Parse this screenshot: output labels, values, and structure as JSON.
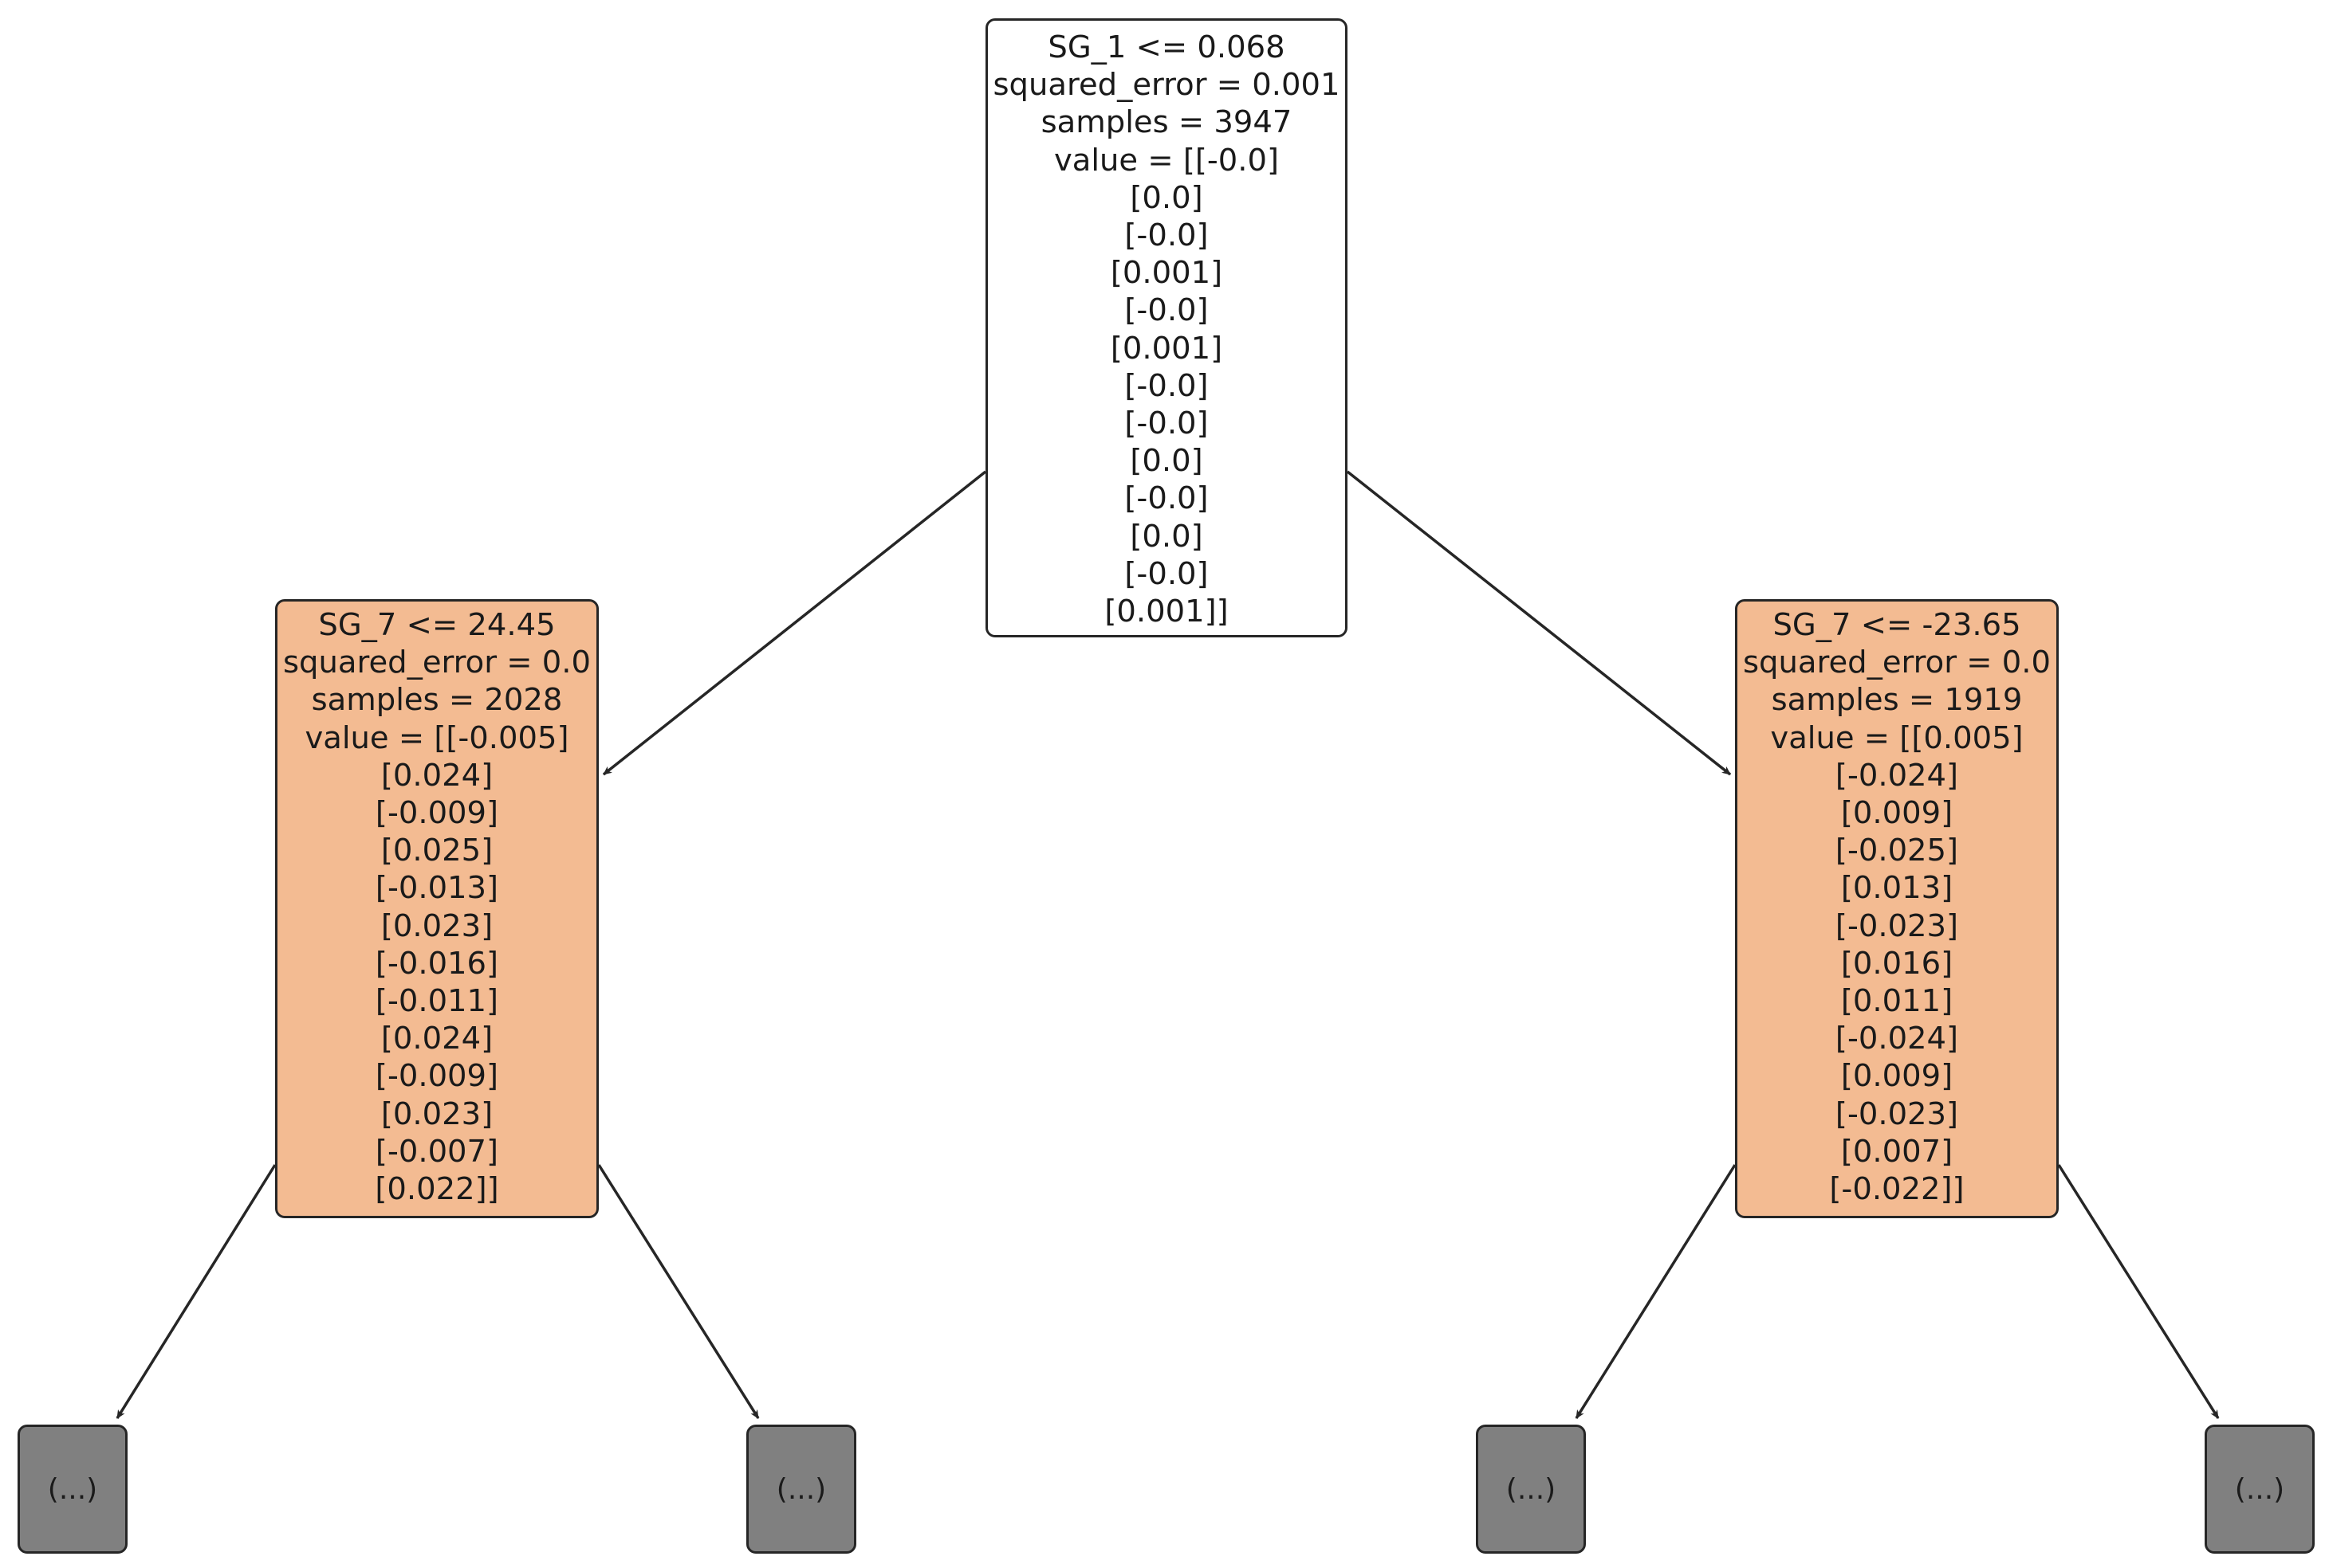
{
  "tree": {
    "root": {
      "lines": [
        "SG_1 <= 0.068",
        "squared_error = 0.001",
        "samples = 3947",
        "value = [[-0.0]",
        "[0.0]",
        "[-0.0]",
        "[0.001]",
        "[-0.0]",
        "[0.001]",
        "[-0.0]",
        "[-0.0]",
        "[0.0]",
        "[-0.0]",
        "[0.0]",
        "[-0.0]",
        "[0.001]]"
      ]
    },
    "left": {
      "lines": [
        "SG_7 <= 24.45",
        "squared_error = 0.0",
        "samples = 2028",
        "value = [[-0.005]",
        "[0.024]",
        "[-0.009]",
        "[0.025]",
        "[-0.013]",
        "[0.023]",
        "[-0.016]",
        "[-0.011]",
        "[0.024]",
        "[-0.009]",
        "[0.023]",
        "[-0.007]",
        "[0.022]]"
      ]
    },
    "right": {
      "lines": [
        "SG_7 <= -23.65",
        "squared_error = 0.0",
        "samples = 1919",
        "value = [[0.005]",
        "[-0.024]",
        "[0.009]",
        "[-0.025]",
        "[0.013]",
        "[-0.023]",
        "[0.016]",
        "[0.011]",
        "[-0.024]",
        "[0.009]",
        "[-0.023]",
        "[0.007]",
        "[-0.022]]"
      ]
    },
    "leaves": [
      "(...)",
      "(...)",
      "(...)",
      "(...)"
    ],
    "colors": {
      "split_fill": "#f3bb92",
      "root_fill": "#ffffff",
      "leaf_fill": "#808080",
      "edge": "#262626"
    }
  }
}
